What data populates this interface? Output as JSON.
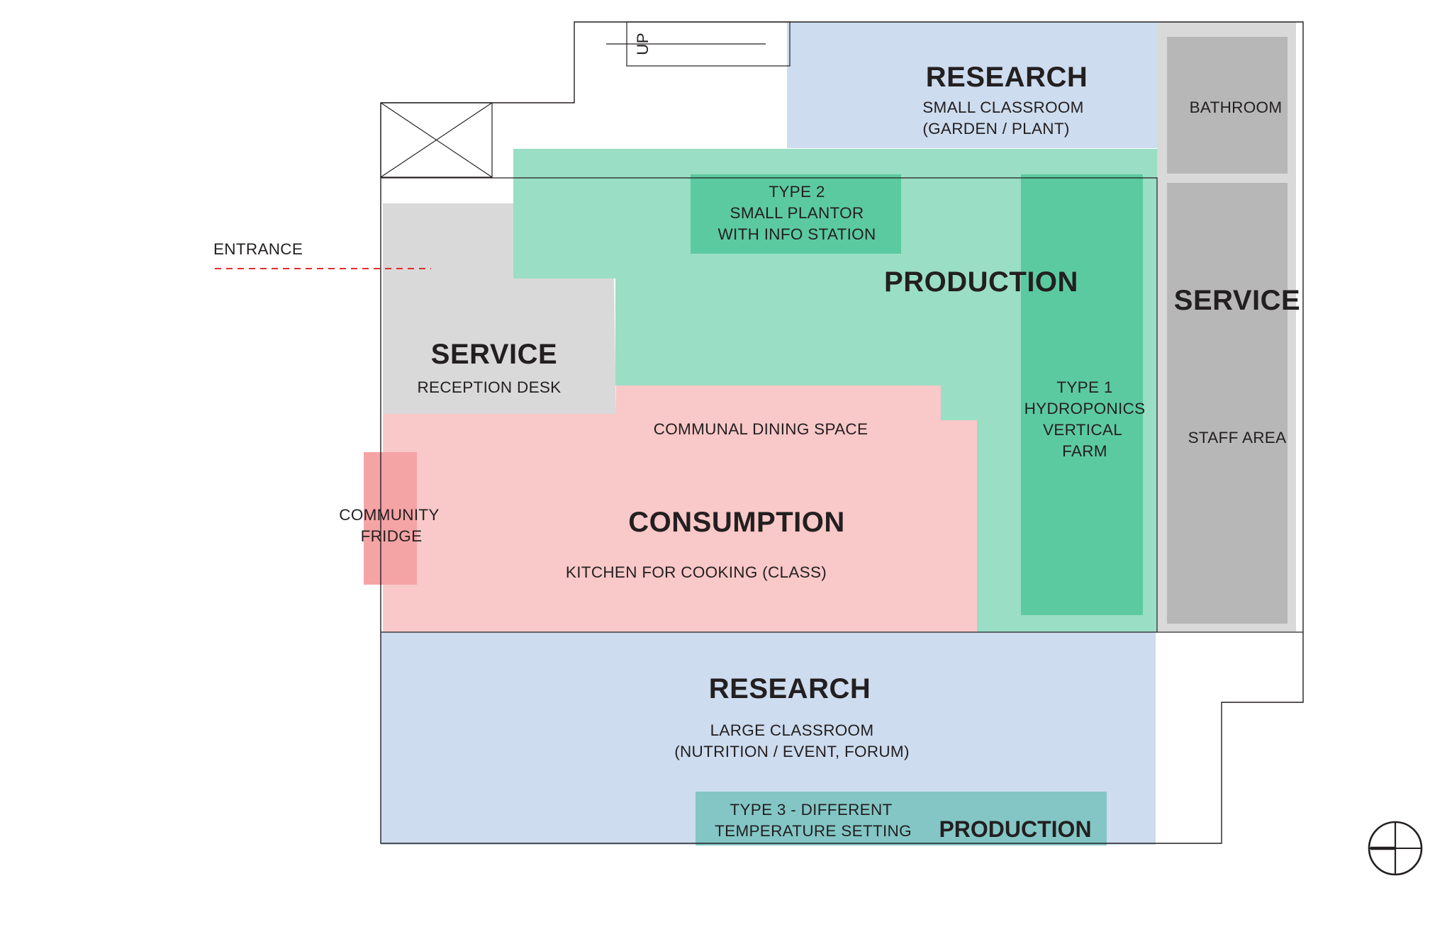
{
  "zones": {
    "research_top": {
      "heading": "RESEARCH",
      "line1": "SMALL CLASSROOM",
      "line2": "(GARDEN / PLANT)"
    },
    "bathroom": {
      "label": "BATHROOM"
    },
    "service_right": {
      "heading": "SERVICE",
      "label": "STAFF AREA"
    },
    "type2": {
      "line1": "TYPE 2",
      "line2": "SMALL PLANTOR",
      "line3": "WITH INFO STATION"
    },
    "production_main": {
      "heading": "PRODUCTION"
    },
    "type1": {
      "line1": "TYPE 1",
      "line2": "HYDROPONICS",
      "line3": "VERTICAL",
      "line4": "FARM"
    },
    "service_left": {
      "heading": "SERVICE",
      "label": "RECEPTION DESK"
    },
    "consumption": {
      "heading": "CONSUMPTION",
      "dining": "COMMUNAL DINING SPACE",
      "kitchen": "KITCHEN FOR COOKING (CLASS)"
    },
    "community_fridge": {
      "line1": "COMMUNITY",
      "line2": "FRIDGE"
    },
    "research_bottom": {
      "heading": "RESEARCH",
      "line1": "LARGE CLASSROOM",
      "line2": "(NUTRITION / EVENT, FORUM)"
    },
    "type3": {
      "line1": "TYPE 3 - DIFFERENT",
      "line2": "TEMPERATURE SETTING",
      "heading": "PRODUCTION"
    }
  },
  "annotations": {
    "entrance": "ENTRANCE",
    "stair": "UP"
  },
  "colors": {
    "research": "#cddcee",
    "production": "#9adec5",
    "production_dark": "#5ccaa0",
    "service": "#d9d9d9",
    "service_dark": "#b7b7b7",
    "consumption": "#f9c8c8",
    "fridge": "#f5a4a6",
    "type3": "#84c6c6",
    "entrance_line": "#e52b2b",
    "wall": "#231f20"
  }
}
